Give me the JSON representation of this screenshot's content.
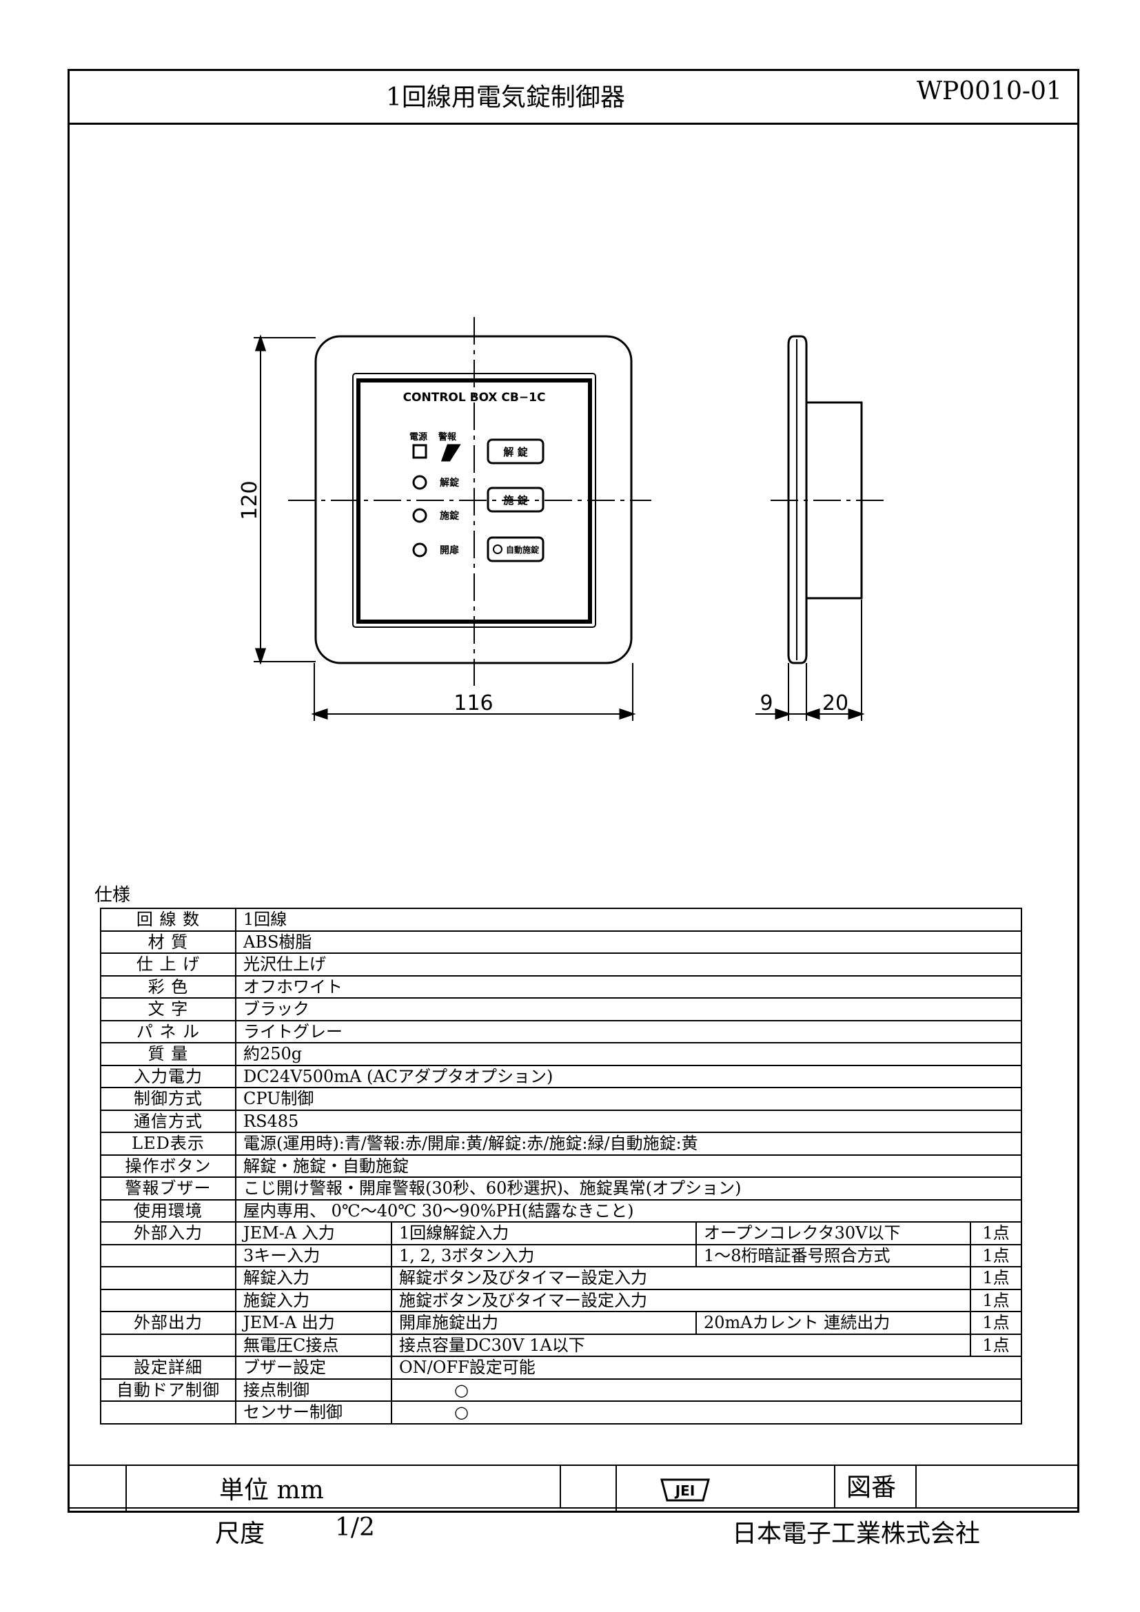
{
  "header": {
    "title": "1回線用電気錠制御器",
    "doc_number": "WP0010-01"
  },
  "drawing": {
    "panel_label": "CONTROL BOX CB−1C",
    "led_labels": [
      "電源",
      "警報",
      "解錠",
      "施錠",
      "開扉"
    ],
    "button_labels": [
      "解 錠",
      "施 錠",
      "自動施錠"
    ],
    "dimensions": {
      "height": "120",
      "width": "116",
      "panel_depth": "9",
      "body_depth": "20"
    }
  },
  "spec": {
    "caption": "仕様",
    "rows": [
      [
        "回 線 数",
        "1回線"
      ],
      [
        "材 質",
        "ABS樹脂"
      ],
      [
        "仕 上 げ",
        "光沢仕上げ"
      ],
      [
        "彩 色",
        "オフホワイト"
      ],
      [
        "文 字",
        "ブラック"
      ],
      [
        "パ ネ ル",
        "ライトグレー"
      ],
      [
        "質 量",
        "約250g"
      ],
      [
        "入力電力",
        "DC24V500mA (ACアダプタオプション)"
      ],
      [
        "制御方式",
        "CPU制御"
      ],
      [
        "通信方式",
        "RS485"
      ],
      [
        "LED表示",
        "電源(運用時):青/警報:赤/開扉:黄/解錠:赤/施錠:緑/自動施錠:黄"
      ],
      [
        "操作ボタン",
        "解錠・施錠・自動施錠"
      ],
      [
        "警報ブザー",
        "こじ開け警報・開扉警報(30秒、60秒選択)、施錠異常(オプション)"
      ],
      [
        "使用環境",
        "屋内専用、 0℃〜40℃ 30〜90%PH(結露なきこと)"
      ]
    ],
    "io_rows": [
      [
        "外部入力",
        "JEM-A 入力",
        "1回線解錠入力",
        "オープンコレクタ30V以下",
        "1点"
      ],
      [
        "",
        "3キー入力",
        "1, 2, 3ボタン入力",
        "1〜8桁暗証番号照合方式",
        "1点"
      ],
      [
        "",
        "解錠入力",
        "解錠ボタン及びタイマー設定入力",
        "",
        "1点"
      ],
      [
        "",
        "施錠入力",
        "施錠ボタン及びタイマー設定入力",
        "",
        "1点"
      ],
      [
        "外部出力",
        "JEM-A 出力",
        "開扉施錠出力",
        "20mAカレント 連続出力",
        "1点"
      ],
      [
        "",
        "無電圧C接点",
        "接点容量DC30V 1A以下",
        "",
        "1点"
      ]
    ],
    "setting_rows": [
      [
        "設定詳細",
        "ブザー設定",
        "ON/OFF設定可能"
      ],
      [
        "自動ドア制御",
        "接点制御",
        "○"
      ],
      [
        "",
        "センサー制御",
        "○"
      ]
    ]
  },
  "title_block": {
    "unit": "単位 mm",
    "scale_label": "尺度",
    "scale_value": "1/2",
    "drawing_no_label": "図番",
    "company": "日本電子工業株式会社"
  }
}
